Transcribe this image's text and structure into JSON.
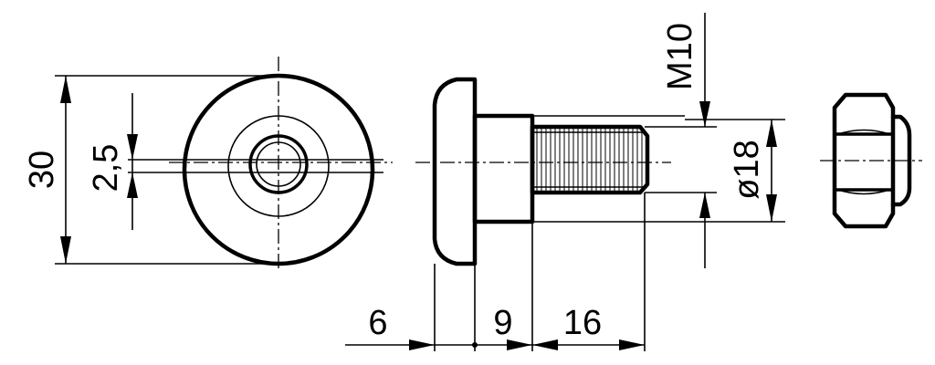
{
  "dimensions": {
    "diameter_30": "30",
    "bore_2_5": "2,5",
    "head_6": "6",
    "shank_9": "9",
    "thread_16": "16",
    "thread_m10": "M10",
    "diameter_18": "ø18"
  },
  "colors": {
    "ink": "#000000",
    "paper": "#ffffff"
  }
}
